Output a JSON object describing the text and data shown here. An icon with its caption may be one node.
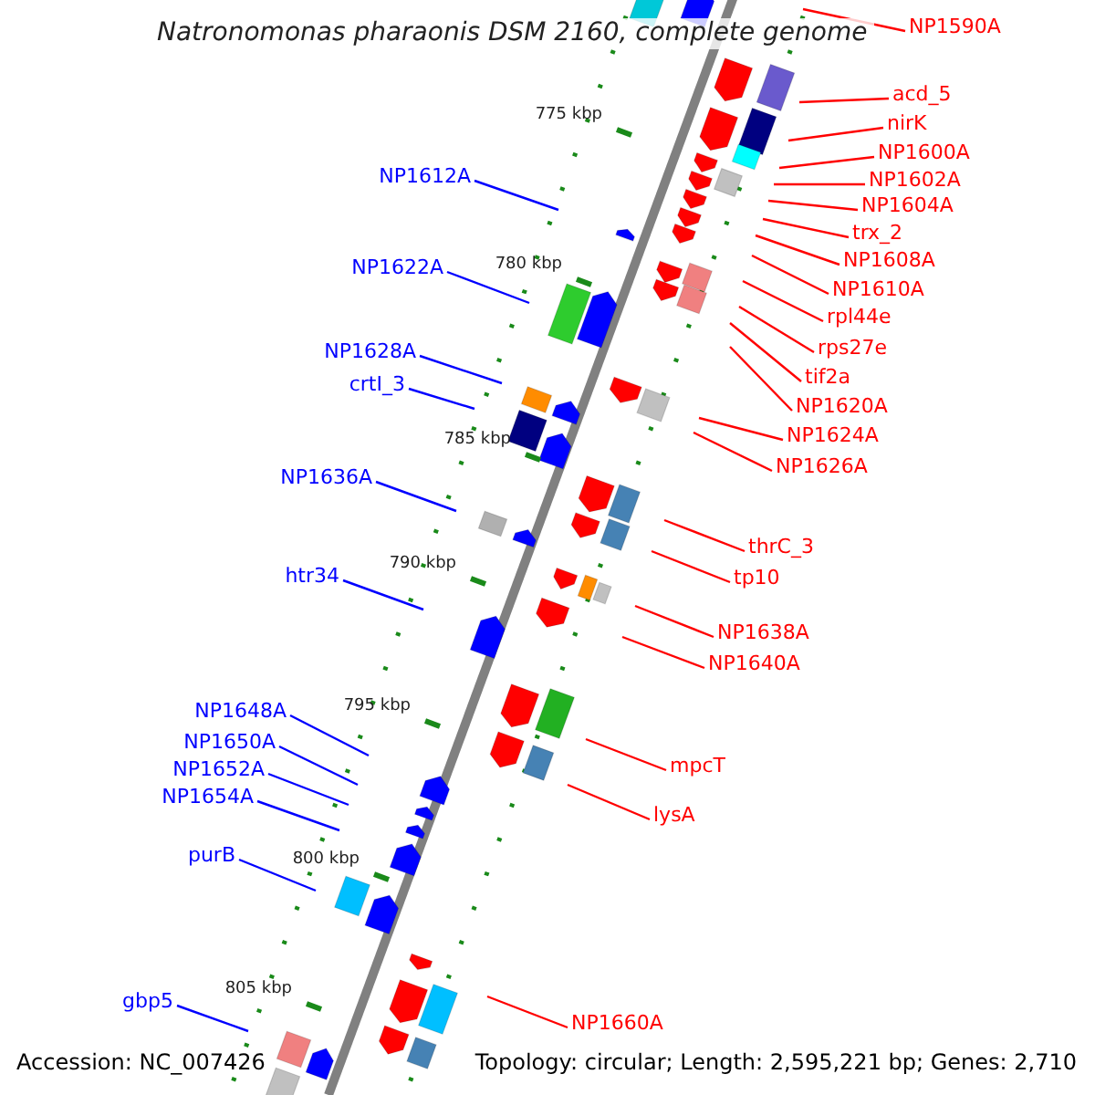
{
  "diagram": {
    "title": "Natronomonas pharaonis DSM 2160, complete genome",
    "nodes": [
      {
        "text": [
          "NP1590A"
        ]
      },
      {
        "text": [
          "acd_5"
        ]
      },
      {
        "text": [
          "nirK"
        ]
      },
      {
        "text": [
          "NP1600A"
        ]
      },
      {
        "text": [
          "NP1612A"
        ]
      },
      {
        "text": [
          "NP1602A"
        ]
      },
      {
        "text": [
          "NP1604A"
        ]
      },
      {
        "text": [
          "trx_2"
        ]
      },
      {
        "text": [
          "NP1608A"
        ]
      },
      {
        "text": [
          "NP1622A"
        ]
      },
      {
        "text": [
          "NP1610A"
        ]
      },
      {
        "text": [
          "rpl44e"
        ]
      },
      {
        "text": [
          "rps27e"
        ]
      },
      {
        "text": [
          "NP1628A"
        ]
      },
      {
        "text": [
          "tif2a"
        ]
      },
      {
        "text": [
          "crtI_3"
        ]
      },
      {
        "text": [
          "NP1620A"
        ]
      },
      {
        "text": [
          "NP1624A"
        ]
      },
      {
        "text": [
          "NP1626A"
        ]
      },
      {
        "text": [
          "NP1636A"
        ]
      },
      {
        "text": [
          "thrC_3"
        ]
      },
      {
        "text": [
          "htr34"
        ]
      },
      {
        "text": [
          "tp10"
        ]
      },
      {
        "text": [
          "NP1638A"
        ]
      },
      {
        "text": [
          "NP1640A"
        ]
      },
      {
        "text": [
          "NP1648A"
        ]
      },
      {
        "text": [
          "NP1650A"
        ]
      },
      {
        "text": [
          "mpcT"
        ]
      },
      {
        "text": [
          "NP1652A"
        ]
      },
      {
        "text": [
          "NP1654A"
        ]
      },
      {
        "text": [
          "lysA"
        ]
      },
      {
        "text": [
          "purB"
        ]
      },
      {
        "text": [
          "gbp5"
        ]
      },
      {
        "text": [
          "NP1660A"
        ]
      }
    ],
    "edges": [
      {
        "from": 0,
        "to": null,
        "arrow": "none"
      },
      {
        "from": 1,
        "to": null,
        "arrow": "none"
      },
      {
        "from": 2,
        "to": null,
        "arrow": "none"
      },
      {
        "from": 3,
        "to": null,
        "arrow": "none"
      },
      {
        "from": 4,
        "to": null,
        "arrow": "none",
        "color": "#0000ff"
      },
      {
        "from": 5,
        "to": null,
        "arrow": "none"
      },
      {
        "from": 6,
        "to": null,
        "arrow": "none"
      },
      {
        "from": 7,
        "to": null,
        "arrow": "none"
      },
      {
        "from": 8,
        "to": null,
        "arrow": "none"
      },
      {
        "from": 9,
        "to": null,
        "arrow": "none",
        "color": "#0000ff"
      },
      {
        "from": 10,
        "to": null,
        "arrow": "none"
      },
      {
        "from": 11,
        "to": null,
        "arrow": "none"
      },
      {
        "from": 12,
        "to": null,
        "arrow": "none"
      },
      {
        "from": 13,
        "to": null,
        "arrow": "none",
        "color": "#0000ff"
      },
      {
        "from": 14,
        "to": null,
        "arrow": "none"
      },
      {
        "from": 15,
        "to": null,
        "arrow": "none",
        "color": "#0000ff"
      },
      {
        "from": 16,
        "to": null,
        "arrow": "none"
      },
      {
        "from": 17,
        "to": null,
        "arrow": "none"
      },
      {
        "from": 18,
        "to": null,
        "arrow": "none"
      },
      {
        "from": 19,
        "to": null,
        "arrow": "none",
        "color": "#0000ff"
      },
      {
        "from": 20,
        "to": null,
        "arrow": "none"
      },
      {
        "from": 21,
        "to": null,
        "arrow": "none",
        "color": "#0000ff"
      },
      {
        "from": 22,
        "to": null,
        "arrow": "none"
      },
      {
        "from": 23,
        "to": null,
        "arrow": "none"
      },
      {
        "from": 24,
        "to": null,
        "arrow": "none"
      },
      {
        "from": 25,
        "to": null,
        "arrow": "none",
        "color": "#0000ff"
      },
      {
        "from": 26,
        "to": null,
        "arrow": "none",
        "color": "#0000ff"
      },
      {
        "from": 27,
        "to": null,
        "arrow": "none"
      },
      {
        "from": 28,
        "to": null,
        "arrow": "none",
        "color": "#0000ff"
      },
      {
        "from": 29,
        "to": null,
        "arrow": "none",
        "color": "#0000ff"
      },
      {
        "from": 30,
        "to": null,
        "arrow": "none"
      },
      {
        "from": 31,
        "to": null,
        "arrow": "none",
        "color": "#0000ff"
      },
      {
        "from": 32,
        "to": null,
        "arrow": "none",
        "color": "#0000ff"
      },
      {
        "from": 33,
        "to": null,
        "arrow": "none"
      }
    ],
    "labels": [
      "775 kbp",
      "780 kbp",
      "785 kbp",
      "790 kbp",
      "795 kbp",
      "800 kbp",
      "805 kbp",
      "Accession: NC_007426",
      "Topology: circular; Length: 2,595,221 bp; Genes: 2,710"
    ]
  }
}
